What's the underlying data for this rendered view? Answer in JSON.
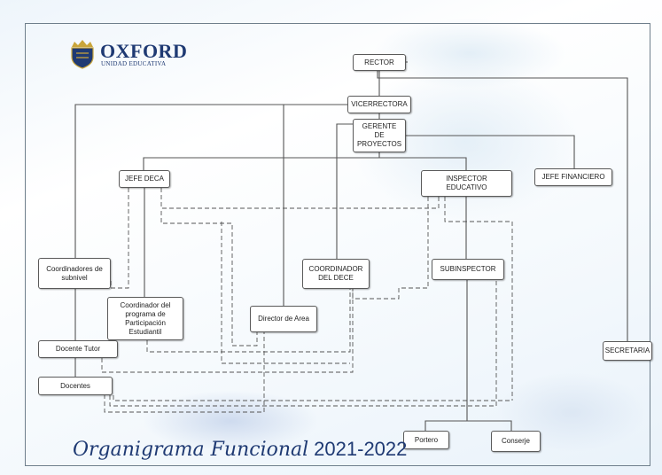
{
  "logo": {
    "name": "OXFORD",
    "subtitle": "UNIDAD EDUCATIVA"
  },
  "colors": {
    "logo_blue": "#1f3a73",
    "logo_gold": "#c9a53a",
    "box_border": "#5a5a5a",
    "line": "#555555"
  },
  "nodes": {
    "rector": "RECTOR",
    "vicerrectora": "VICERRECTORA",
    "gerente": "GERENTE\nDE\nPROYECTOS",
    "jefe_deca": "JEFE DECA",
    "inspector": "INSPECTOR\nEDUCATIVO",
    "jefe_financiero": "JEFE FINANCIERO",
    "coord_subnivel": "Coordinadores de\nsubnivel",
    "coord_dece": "COORDINADOR\nDEL DECE",
    "subinspector": "SUBINSPECTOR",
    "coord_programa": "Coordinador del\nprograma de\nParticipación\nEstudiantil",
    "director_area": "Director de Area",
    "docente_tutor": "Docente Tutor",
    "docentes": "Docentes",
    "secretaria": "SECRETARIA",
    "portero": "Portero",
    "conserje": "Conserje"
  },
  "footer": {
    "title": "Organigrama Funcional",
    "year": "2021-2022"
  }
}
